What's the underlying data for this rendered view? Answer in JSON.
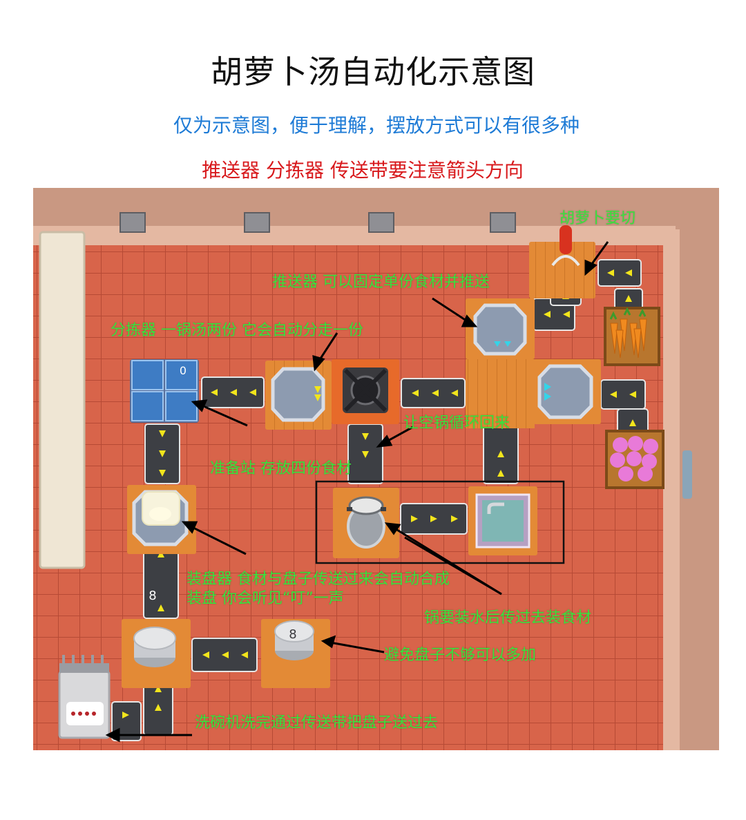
{
  "title": "胡萝卜汤自动化示意图",
  "subtitle_note": "仅为示意图，便于理解，摆放方式可以有很多种",
  "warning_note": "推送器 分拣器 传送带要注意箭头方向",
  "annotations": {
    "cut_carrot": "胡萝卜要切",
    "pusher": "推送器 可以固定单份食材并推送",
    "sorter": "分拣器 一锅汤两份 它会自动分走一份",
    "empty_pot_cycle": "让空锅循环回来",
    "prep_station": "准备站 存放四份食材",
    "plating_line1": "装盘器 食材与盘子传送过来会自动合成",
    "plating_line2": "装盘 你会听见“叮”一声",
    "pot_water": "锅要装水后传过去装食材",
    "add_plates": "避免盘子不够可以多加",
    "dishwasher": "洗碗机洗完通过传送带把盘子送过去"
  },
  "game": {
    "prep_counter": "0",
    "plate_counter_left": "8",
    "plate_stack_count": "8"
  },
  "colors": {
    "floor": "#d8644a",
    "tile_grid": "#b64a35",
    "wood": "#e38a36",
    "belt": "#3d3f44",
    "arrow": "#f2e51c",
    "note_green": "#39e23d"
  }
}
